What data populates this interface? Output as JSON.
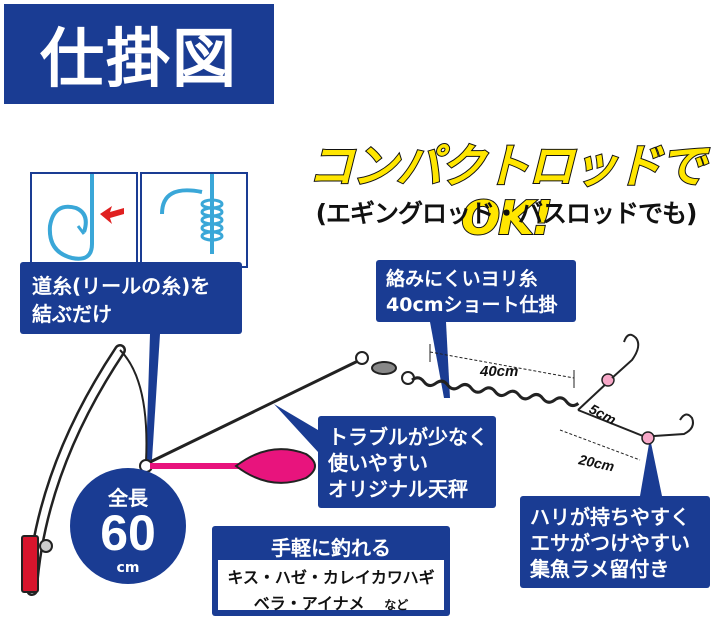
{
  "title": "仕掛図",
  "headline": "コンパクトロッドでOK!",
  "subheadline": "(エギングロッド・バスロッドでも)",
  "notes": {
    "knot": [
      "道糸(リールの糸)を",
      "結ぶだけ"
    ],
    "leader": [
      "絡みにくいヨリ糸",
      "40cmショート仕掛"
    ],
    "sinker": [
      "トラブルが少なく",
      "使いやすい",
      "オリジナル天秤"
    ],
    "hooks": [
      "ハリが持ちやすく",
      "エサがつけやすい",
      "集魚ラメ留付き"
    ]
  },
  "dimensions": {
    "leader_length": "40cm",
    "branch_length": "5cm",
    "hook_spacing": "20cm"
  },
  "total_length": {
    "label": "全長",
    "value": "60",
    "unit": "cm"
  },
  "species": {
    "heading": "手軽に釣れる",
    "line1": "キス・ハゼ・カレイカワハギ",
    "line2": "ベラ・アイナメ",
    "suffix": "など"
  },
  "colors": {
    "navy": "#1a3c93",
    "headline_yellow": "#ffe600",
    "sinker_magenta": "#e8147d",
    "bead_pink": "#f7a8c8",
    "line_blue": "#3aa7d8"
  }
}
